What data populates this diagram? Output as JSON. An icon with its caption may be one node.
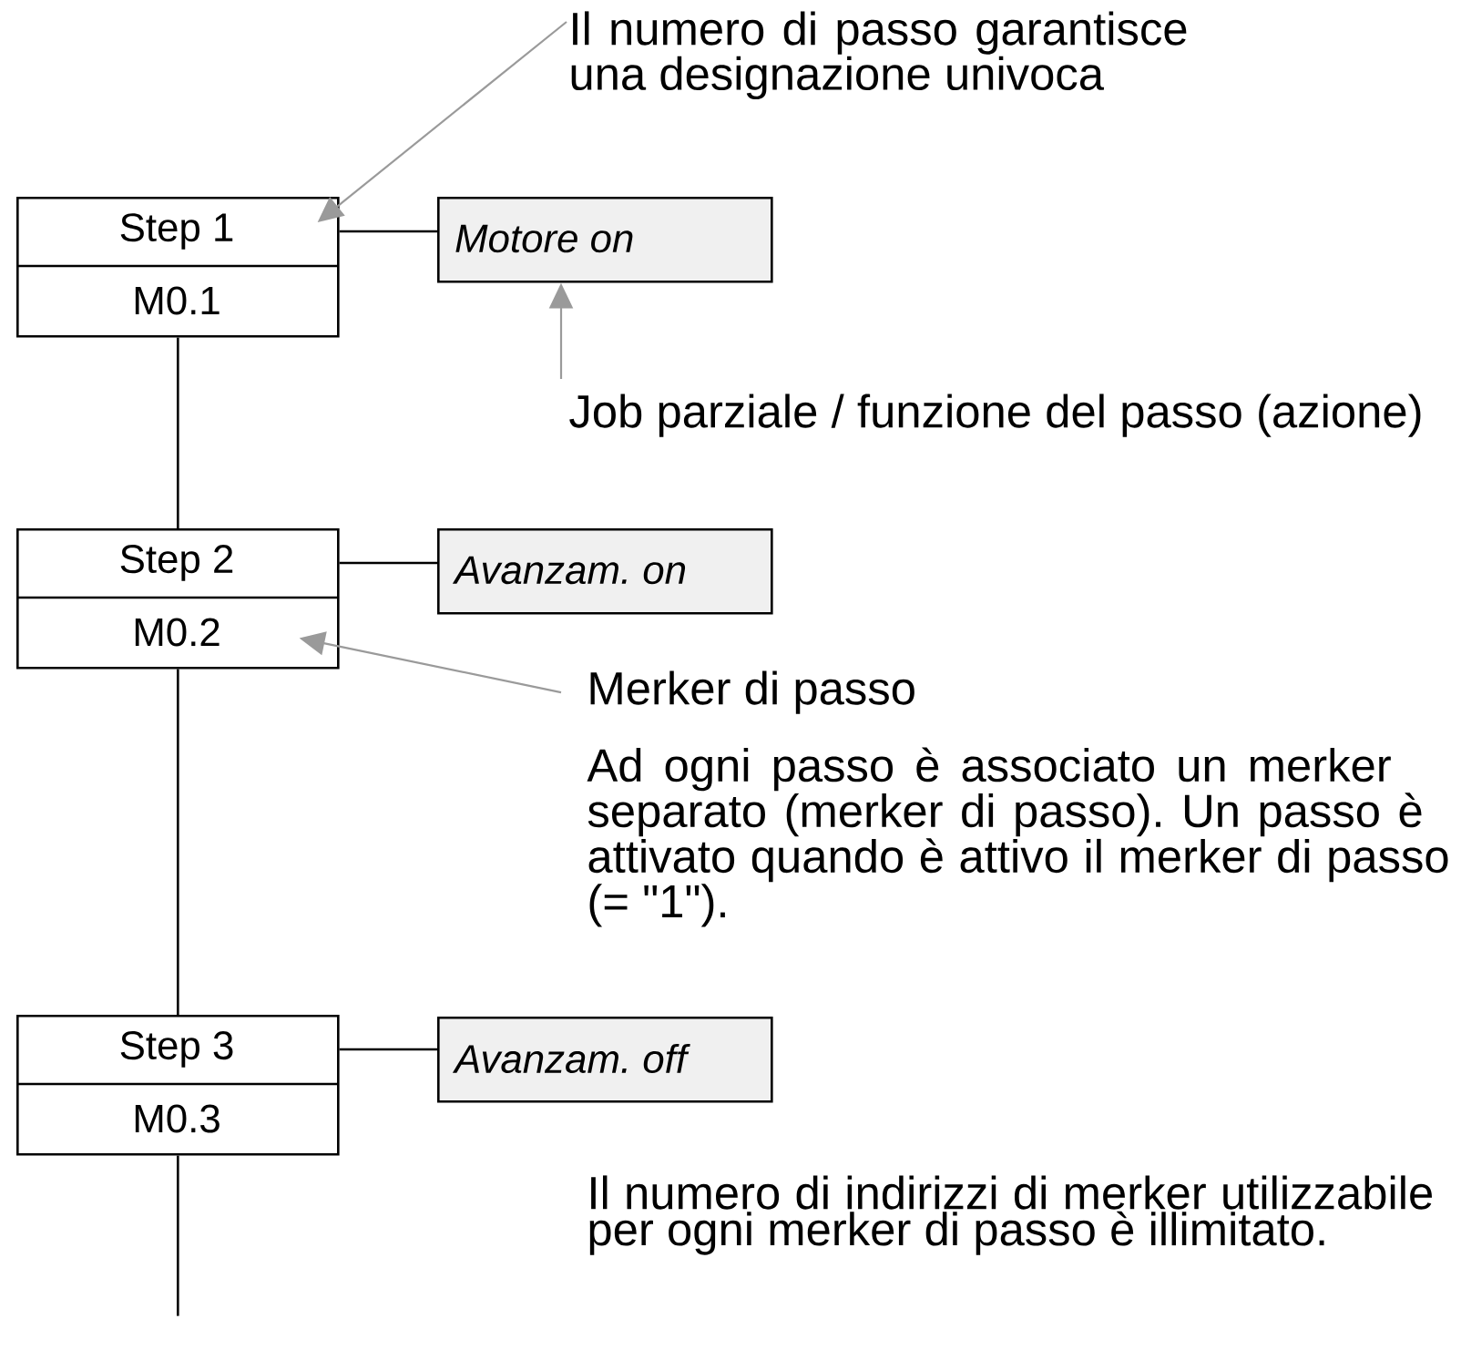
{
  "diagram": {
    "nodes": [
      {
        "text": [
          "Step 1",
          "M0.1"
        ]
      },
      {
        "text": [
          "Motore on"
        ]
      },
      {
        "text": [
          "Step 2",
          "M0.2"
        ]
      },
      {
        "text": [
          "Avanzam. on"
        ]
      },
      {
        "text": [
          "Step 3",
          "M0.3"
        ]
      },
      {
        "text": [
          "Avanzam. off"
        ]
      },
      {
        "text": [
          "Il numero di passo garantisce una designazione univoca"
        ]
      },
      {
        "text": [
          "Job parziale / funzione del passo (azione)"
        ]
      },
      {
        "text": [
          "Merker di passo"
        ]
      }
    ],
    "edges": [
      {
        "from": 0,
        "to": 2,
        "arrow": "none"
      },
      {
        "from": 2,
        "to": 4,
        "arrow": "none"
      },
      {
        "from": 4,
        "to": null,
        "arrow": "none"
      },
      {
        "from": 0,
        "to": 1,
        "arrow": "none"
      },
      {
        "from": 2,
        "to": 3,
        "arrow": "none"
      },
      {
        "from": 4,
        "to": 5,
        "arrow": "none"
      },
      {
        "from": 6,
        "to": 0,
        "arrow": "to",
        "color": "#9a9a9a"
      },
      {
        "from": 7,
        "to": 1,
        "arrow": "to",
        "color": "#9a9a9a"
      },
      {
        "from": 8,
        "to": 2,
        "arrow": "to",
        "color": "#9a9a9a"
      }
    ],
    "labels": [
      "Ad ogni passo è associato un merker separato (merker di passo). Un passo è attivato quando è attivo il merker di passo (= \"1\").",
      "Il numero di indirizzi di merker utilizzabile per ogni merker di passo è illimitato."
    ]
  }
}
